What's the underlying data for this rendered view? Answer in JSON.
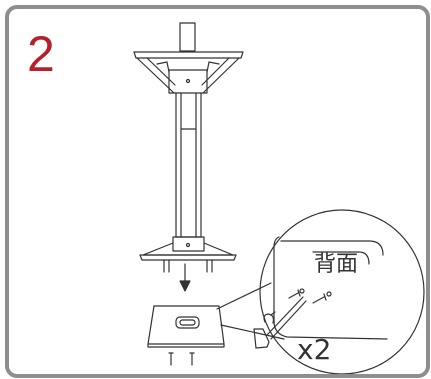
{
  "step": {
    "number": "2"
  },
  "labels": {
    "back_text": "背面",
    "quantity": "x2"
  },
  "colors": {
    "frame": "#8e8e8e",
    "step_number": "#b3222a",
    "line": "#333333"
  },
  "icons": [
    "arrow-down-icon",
    "screw-icon",
    "hex-key-icon"
  ]
}
